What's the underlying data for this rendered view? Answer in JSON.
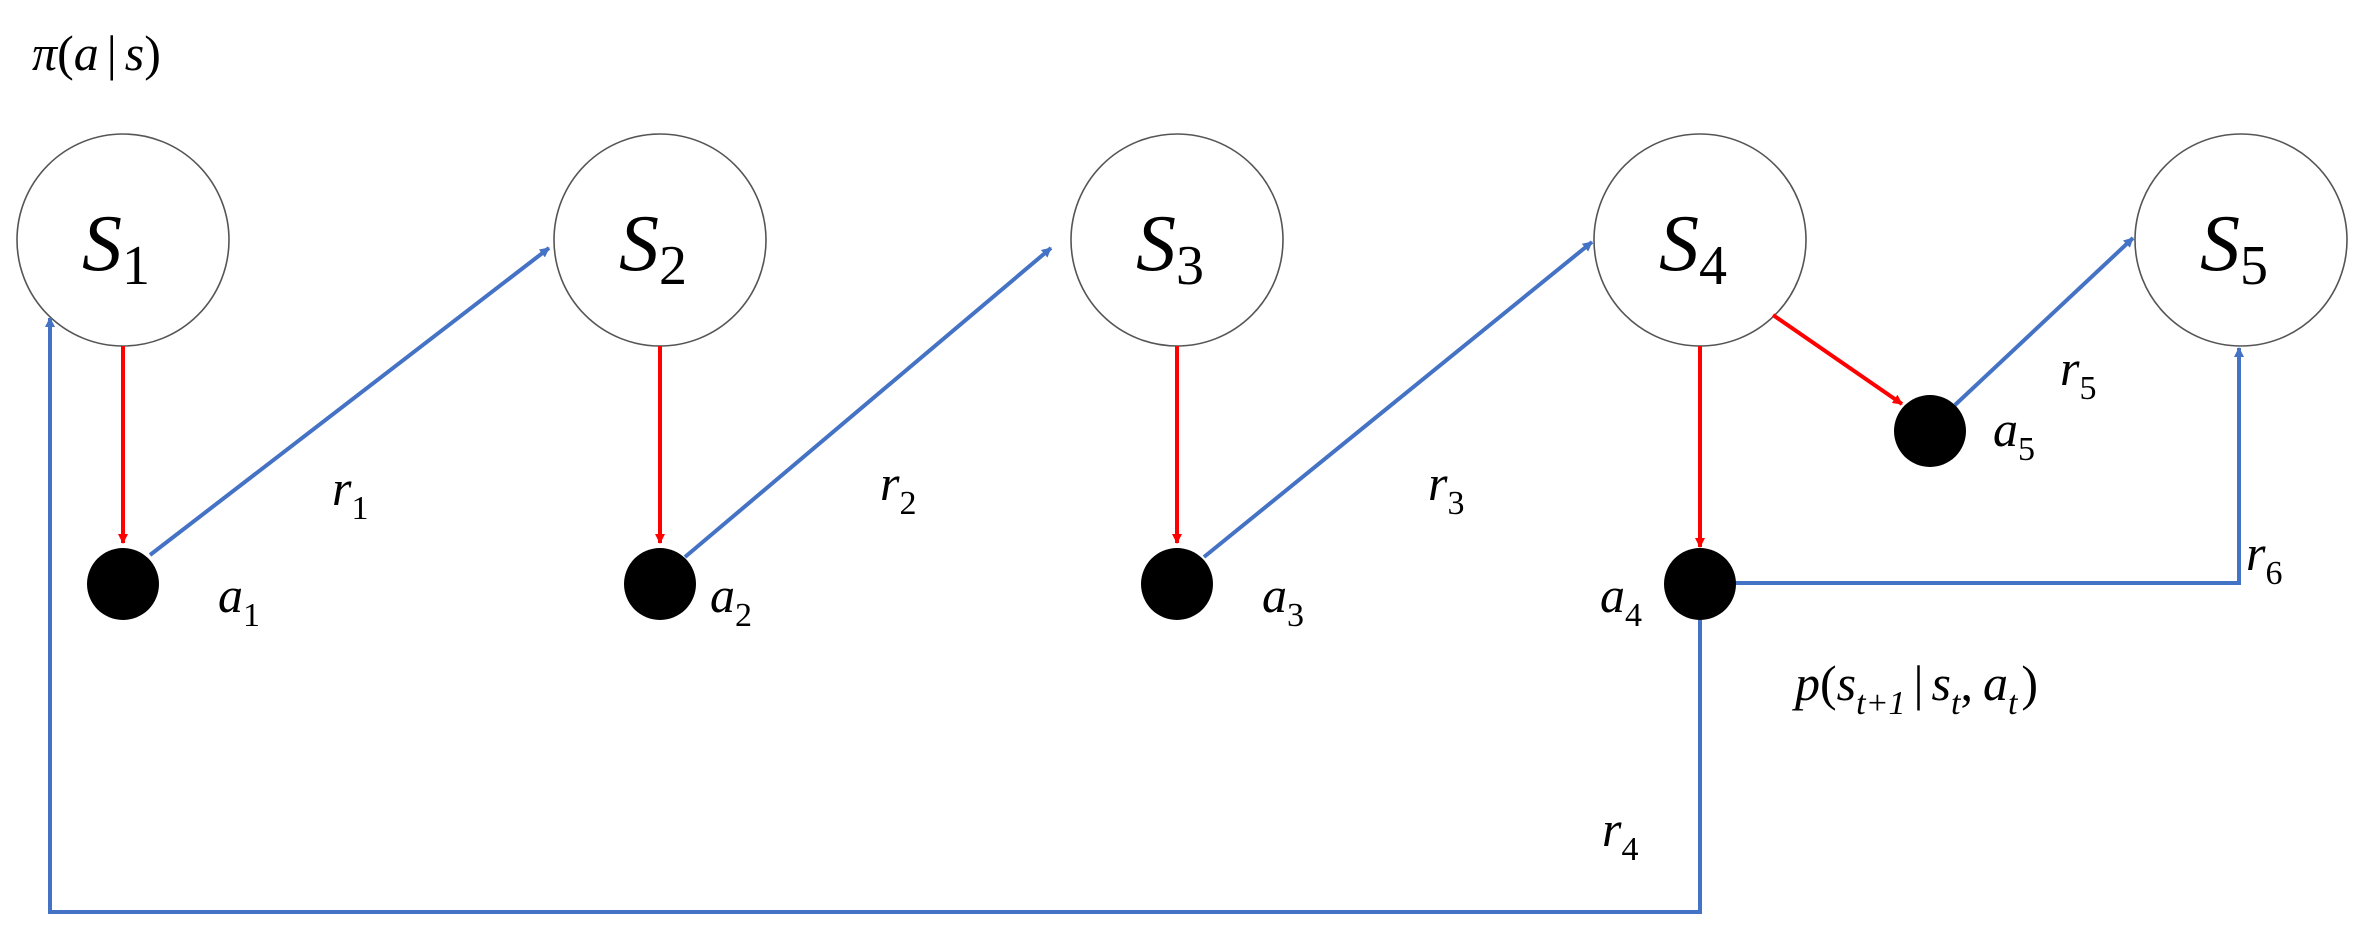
{
  "colors": {
    "policy_arrow": "#ff0000",
    "transition": "#4472c4",
    "state_border": "#555555",
    "action_dot": "#000000"
  },
  "policy_formula": {
    "pi": "π",
    "open": "(",
    "a": "a",
    "bar": "|",
    "s": "s",
    "close": ")"
  },
  "transition_formula": {
    "p": "p",
    "open": "(",
    "s1": "s",
    "sub1": "t+1",
    "bar": "|",
    "s2": "s",
    "sub2": "t",
    "comma": ",",
    "a": "a",
    "sub3": "t",
    "close": ")"
  },
  "states": [
    {
      "letter": "S",
      "index": "1"
    },
    {
      "letter": "S",
      "index": "2"
    },
    {
      "letter": "S",
      "index": "3"
    },
    {
      "letter": "S",
      "index": "4"
    },
    {
      "letter": "S",
      "index": "5"
    }
  ],
  "actions": [
    {
      "letter": "a",
      "index": "1"
    },
    {
      "letter": "a",
      "index": "2"
    },
    {
      "letter": "a",
      "index": "3"
    },
    {
      "letter": "a",
      "index": "4"
    },
    {
      "letter": "a",
      "index": "5"
    }
  ],
  "rewards": [
    {
      "letter": "r",
      "index": "1"
    },
    {
      "letter": "r",
      "index": "2"
    },
    {
      "letter": "r",
      "index": "3"
    },
    {
      "letter": "r",
      "index": "4"
    },
    {
      "letter": "r",
      "index": "5"
    },
    {
      "letter": "r",
      "index": "6"
    }
  ]
}
